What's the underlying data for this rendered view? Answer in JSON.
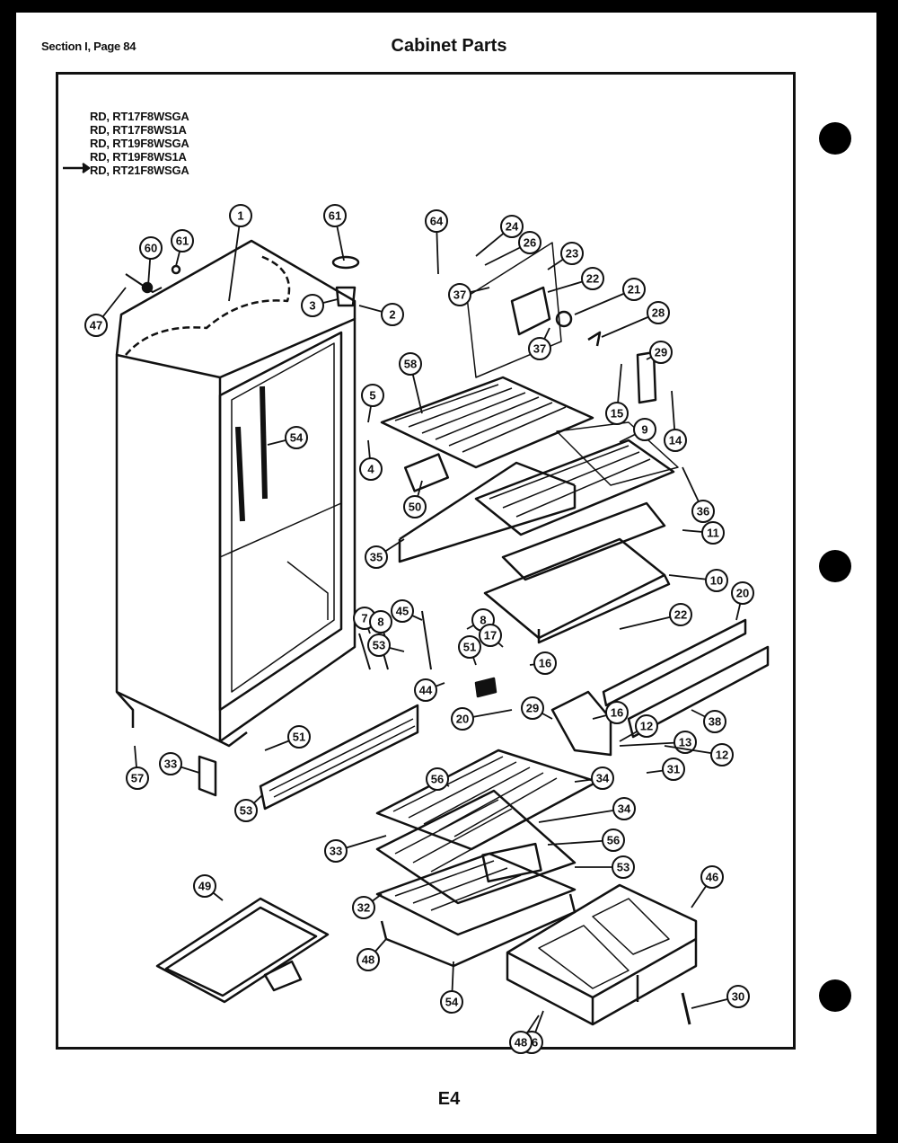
{
  "header": {
    "section_page": "Section I, Page 84",
    "title": "Cabinet Parts"
  },
  "models": [
    "RD, RT17F8WSGA",
    "RD, RT17F8WS1A",
    "RD, RT19F8WSGA",
    "RD, RT19F8WS1A",
    "RD, RT21F8WSGA"
  ],
  "footer": {
    "page_label": "E4"
  },
  "callouts": [
    "1",
    "61",
    "47",
    "60",
    "61",
    "3",
    "2",
    "64",
    "24",
    "26",
    "23",
    "37",
    "22",
    "21",
    "37",
    "28",
    "58",
    "29",
    "15",
    "14",
    "5",
    "4",
    "9",
    "54",
    "50",
    "36",
    "11",
    "35",
    "10",
    "20",
    "7",
    "8",
    "45",
    "22",
    "53",
    "8",
    "17",
    "51",
    "16",
    "44",
    "20",
    "29",
    "12",
    "16",
    "38",
    "13",
    "12",
    "31",
    "51",
    "57",
    "56",
    "33",
    "53",
    "34",
    "34",
    "33",
    "56",
    "53",
    "46",
    "46",
    "48",
    "32",
    "49",
    "54",
    "48",
    "30"
  ]
}
